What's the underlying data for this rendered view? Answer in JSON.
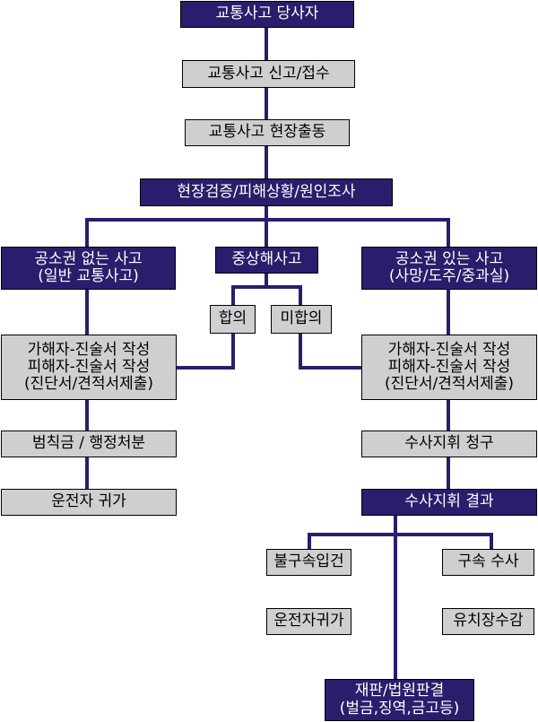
{
  "colors": {
    "dark_box": "#2a1d6b",
    "light_box": "#cfcfcf",
    "connector": "#2a1d6b"
  },
  "nodes": {
    "party": {
      "lines": [
        "교통사고 당사자"
      ]
    },
    "report": {
      "lines": [
        "교통사고 신고/접수"
      ]
    },
    "dispatch": {
      "lines": [
        "교통사고 현장출동"
      ]
    },
    "investigation": {
      "lines": [
        "현장검증/피해상황/원인조사"
      ]
    },
    "no_prosecution": {
      "lines": [
        "공소권 없는 사고",
        "(일반 교통사고)"
      ]
    },
    "serious_injury": {
      "lines": [
        "중상해사고"
      ]
    },
    "prosecution": {
      "lines": [
        "공소권 있는 사고",
        "(사망/도주/중과실)"
      ]
    },
    "agreement": {
      "lines": [
        "합의"
      ]
    },
    "no_agreement": {
      "lines": [
        "미합의"
      ]
    },
    "statements_left": {
      "lines": [
        "가해자-진술서 작성",
        "피해자-진술서 작성",
        "(진단서/견적서제출)"
      ]
    },
    "statements_right": {
      "lines": [
        "가해자-진술서 작성",
        "피해자-진술서 작성",
        "(진단서/견적서제출)"
      ]
    },
    "fine": {
      "lines": [
        "범칙금 / 행정처분"
      ]
    },
    "driver_return_left": {
      "lines": [
        "운전자 귀가"
      ]
    },
    "request_direction": {
      "lines": [
        "수사지휘 청구"
      ]
    },
    "direction_result": {
      "lines": [
        "수사지휘 결과"
      ]
    },
    "no_detention": {
      "lines": [
        "불구속입건"
      ]
    },
    "detention": {
      "lines": [
        "구속 수사"
      ]
    },
    "driver_return_right": {
      "lines": [
        "운전자귀가"
      ]
    },
    "jail_custody": {
      "lines": [
        "유치장수감"
      ]
    },
    "trial": {
      "lines": [
        "재판/법원판결",
        "(벌금,징역,금고등)"
      ]
    }
  }
}
